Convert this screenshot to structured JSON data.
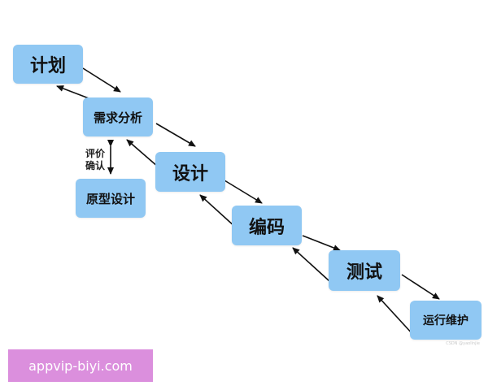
{
  "diagram": {
    "nodes": {
      "plan": "计划",
      "requirements": "需求分析",
      "prototype": "原型设计",
      "design": "设计",
      "coding": "编码",
      "testing": "测试",
      "operations": "运行维护"
    },
    "side_label": {
      "line1": "评价",
      "line2": "确认"
    },
    "colors": {
      "node_fill": "#90c8f3",
      "arrow": "#111111",
      "watermark_bg": "#db8fdd"
    }
  },
  "watermark": {
    "text": "appvip-biyi.com",
    "corner_mark": "CSDN @yaolinjie"
  }
}
